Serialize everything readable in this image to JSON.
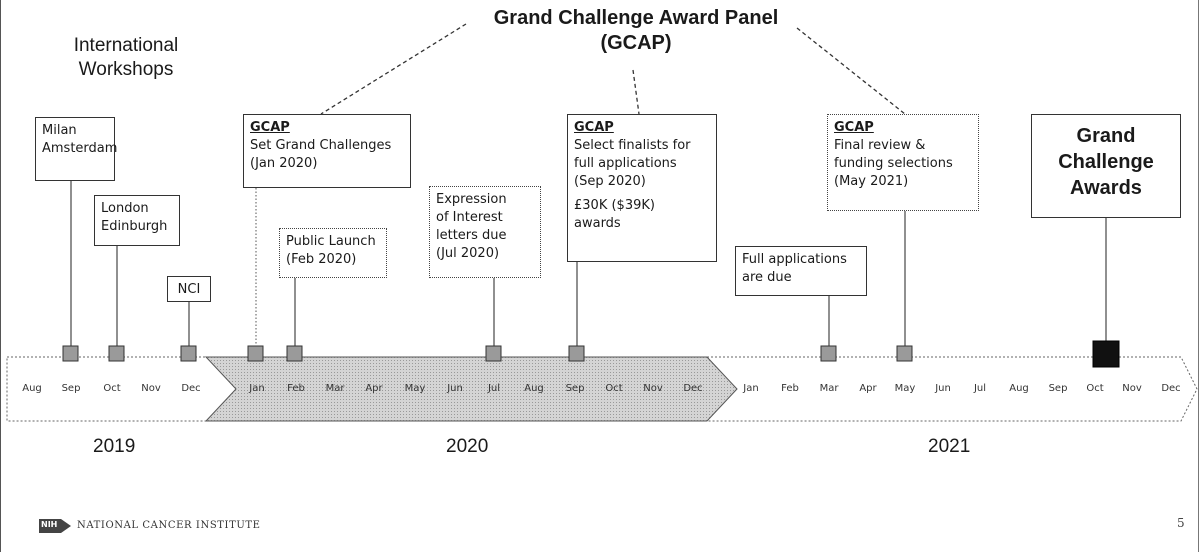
{
  "title": {
    "line1": "Grand Challenge Award Panel",
    "line2": "(GCAP)"
  },
  "workshops": {
    "line1": "International",
    "line2": "Workshops"
  },
  "events": {
    "milan": {
      "lines": [
        "Milan",
        "Amsterdam"
      ]
    },
    "london": {
      "lines": [
        "London",
        "Edinburgh"
      ]
    },
    "nci": {
      "lines": [
        "NCI"
      ]
    },
    "gcap1": {
      "heading": "GCAP",
      "lines": [
        "Set Grand Challenges",
        "(Jan 2020)"
      ]
    },
    "launch": {
      "lines": [
        "Public Launch",
        "(Feb 2020)"
      ]
    },
    "eoi": {
      "lines": [
        "Expression",
        "of Interest",
        "letters due",
        "(Jul 2020)"
      ]
    },
    "gcap2": {
      "heading": "GCAP",
      "lines": [
        "Select finalists for",
        "full applications",
        "(Sep 2020)"
      ],
      "extra": [
        "£30K ($39K)",
        "awards"
      ]
    },
    "fullapps": {
      "lines": [
        "Full applications",
        "are due"
      ]
    },
    "gcap3": {
      "heading": "GCAP",
      "lines": [
        "Final review &",
        "funding selections",
        "(May 2021)"
      ]
    },
    "awards": {
      "lines": [
        "Grand",
        "Challenge",
        "Awards"
      ]
    }
  },
  "months": [
    "Aug",
    "Sep",
    "Oct",
    "Nov",
    "Dec",
    "Jan",
    "Feb",
    "Mar",
    "Apr",
    "May",
    "Jun",
    "Jul",
    "Aug",
    "Sep",
    "Oct",
    "Nov",
    "Dec",
    "Jan",
    "Feb",
    "Mar",
    "Apr",
    "May",
    "Jun",
    "Jul",
    "Aug",
    "Sep",
    "Oct",
    "Nov",
    "Dec"
  ],
  "years": [
    "2019",
    "2020",
    "2021"
  ],
  "footer": {
    "logo": "NIH",
    "org": "NATIONAL CANCER INSTITUTE",
    "page": "5"
  },
  "colors": {
    "highlight_band": "#c8c8c8",
    "marker": "#9a9a9a",
    "award_marker": "#111111"
  }
}
